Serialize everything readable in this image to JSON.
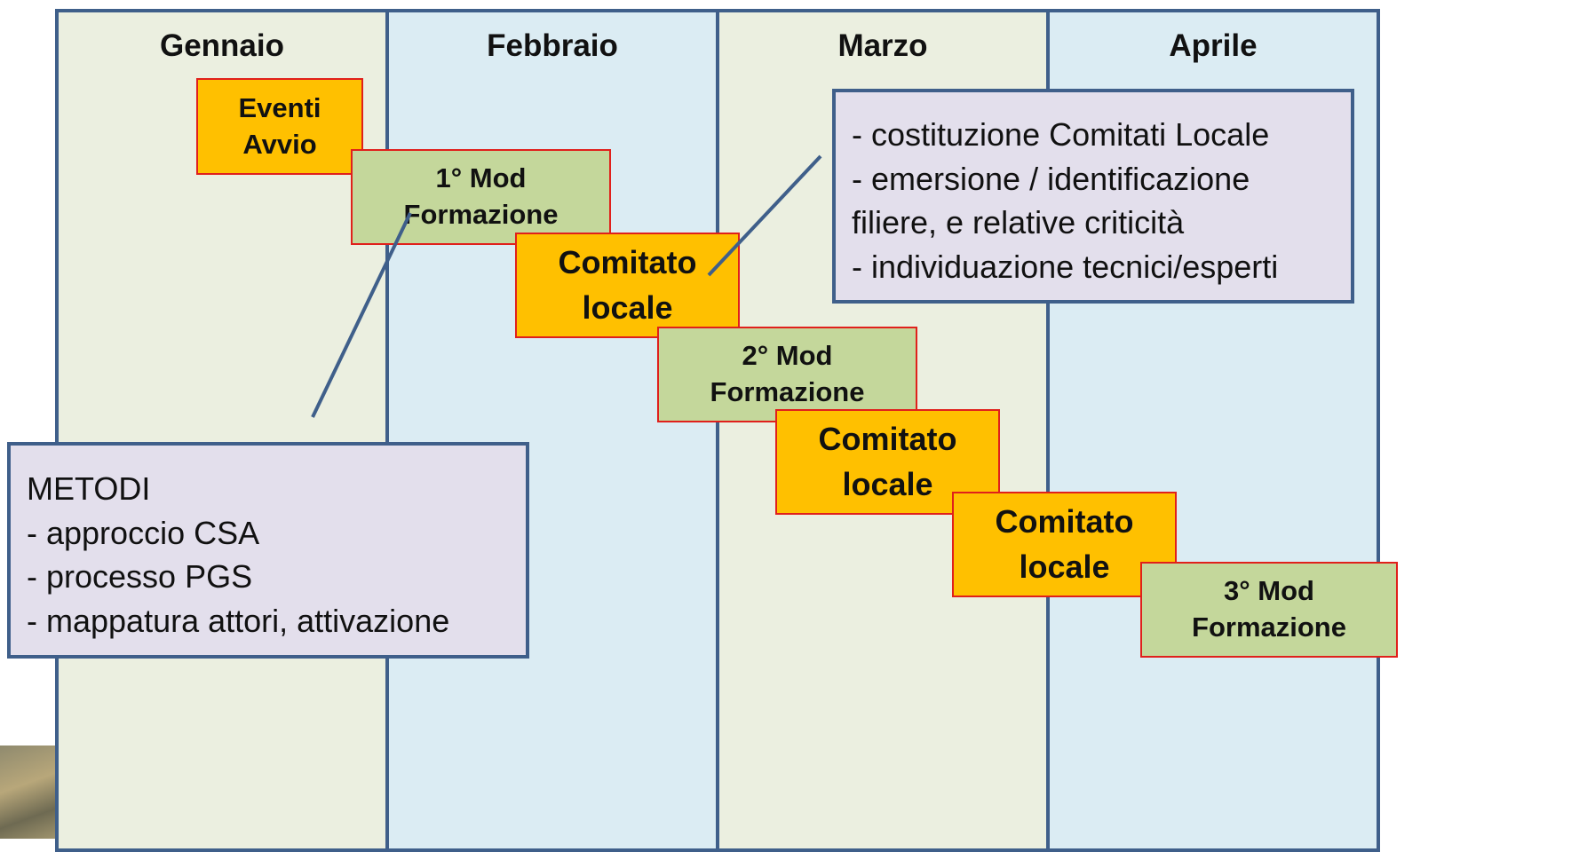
{
  "months": [
    "Gennaio",
    "Febbraio",
    "Marzo",
    "Aprile"
  ],
  "steps": {
    "eventi_avvio": [
      "Eventi",
      "Avvio"
    ],
    "mod1": [
      "1° Mod",
      "Formazione"
    ],
    "comitato1": [
      "Comitato",
      "locale"
    ],
    "mod2": [
      "2° Mod",
      "Formazione"
    ],
    "comitato2": [
      "Comitato",
      "locale"
    ],
    "comitato3": [
      "Comitato",
      "locale"
    ],
    "mod3": [
      "3° Mod",
      "Formazione"
    ]
  },
  "notes": {
    "comitato": [
      "- costituzione Comitati Locale",
      "- emersione / identificazione",
      "filiere, e relative criticità",
      "- individuazione tecnici/esperti"
    ],
    "metodi": [
      "METODI",
      "- approccio CSA",
      "- processo PGS",
      "- mappatura attori, attivazione"
    ]
  },
  "colors": {
    "column_border": "#3f5f8a",
    "column_green": "#ebefe0",
    "column_blue": "#dbecf3",
    "step_orange": "#ffc000",
    "step_green": "#c4d79b",
    "step_border": "#e0201b",
    "note_fill": "#e3dfec"
  }
}
